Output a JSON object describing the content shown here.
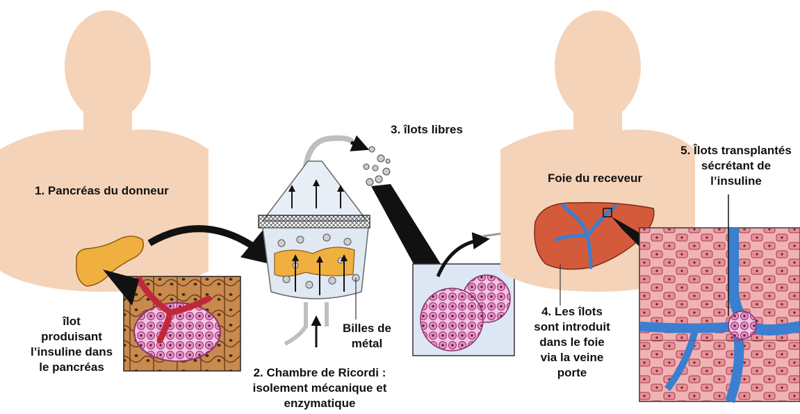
{
  "labels": {
    "donor_pancreas": "1. Pancréas du donneur",
    "islet_in_pancreas": "îlot\nproduisant\nl’insuline dans\nle pancréas",
    "metal_beads": "Billes de\nmétal",
    "ricordi_chamber": "2. Chambre de Ricordi :\nisolement mécanique et\nenzymatique",
    "free_islets": "3. îlots libres",
    "recipient_liver": "Foie du receveur",
    "islets_into_liver": "4. Les îlots\nsont introduit\ndans le foie\nvia la veine\nporte",
    "transplanted_islets": "5. Îlots transplantés\nsécrétant de\nl’insuline"
  },
  "colors": {
    "skin": "#f5d3b8",
    "pancreas": "#f0b040",
    "islet_pink": "#e58fc6",
    "vessel_blue": "#3a7fd0",
    "liver": "#d45a3c",
    "inset_blue": "#dde6f3",
    "inset_pink": "#f4cdd9",
    "tissue_brown": "#c98a4e"
  }
}
